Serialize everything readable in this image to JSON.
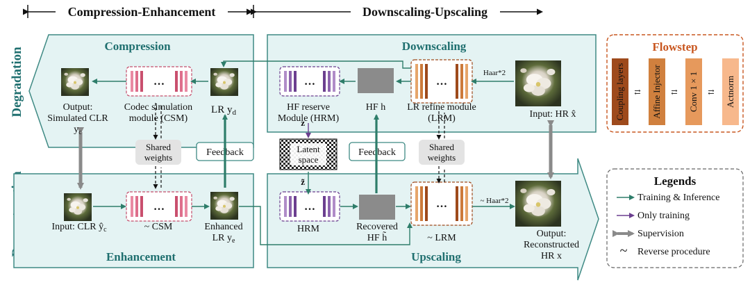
{
  "header": {
    "left": "Compression-Enhancement",
    "right": "Downscaling-Upscaling"
  },
  "side_labels": {
    "degradation": "Degradation",
    "reconstruction": "Reconstruction"
  },
  "regions": {
    "compression": "Compression",
    "downscaling": "Downscaling",
    "enhancement": "Enhancement",
    "upscaling": "Upscaling"
  },
  "nodes": {
    "output_sim_line1": "Output:",
    "output_sim_line2": "Simulated CLR",
    "output_sim_line3": "y",
    "output_sim_sub": "c",
    "csm_line1": "Codec simulation",
    "csm_line2": "module (CSM)",
    "lr_yd": "LR y",
    "lr_yd_sub": "d",
    "hrm_line1": "HF reserve",
    "hrm_line2": "Module (HRM)",
    "hf_h": "HF h",
    "lrm_line1": "LR refine module",
    "lrm_line2": "(LRM)",
    "input_hr": "Input: HR x̂",
    "haar_top": "Haar*2",
    "z": "z",
    "latent_line1": "Latent",
    "latent_line2": "space",
    "z_tilde": "z̃",
    "feedback_left": "Feedback",
    "feedback_right": "Feedback",
    "shared_left_1": "Shared",
    "shared_left_2": "weights",
    "shared_right_1": "Shared",
    "shared_right_2": "weights",
    "input_clr": "Input: CLR ŷ",
    "input_clr_sub": "c",
    "csm_inv": "~ CSM",
    "enh_line1": "Enhanced",
    "enh_line2": "LR y",
    "enh_sub": "e",
    "hrm_bottom": "HRM",
    "rec_hf_line1": "Recovered",
    "rec_hf_line2": "HF h̃",
    "lrm_inv": "~ LRM",
    "haar_bottom": "~ Haar*2",
    "out_rec_line1": "Output:",
    "out_rec_line2": "Reconstructed",
    "out_rec_line3": "HR x",
    "dots": "…"
  },
  "flowstep": {
    "title": "Flowstep",
    "blocks": [
      {
        "label": "Coupling layers",
        "color": "#9e4a1c"
      },
      {
        "label": "Affine Injector",
        "color": "#d0803e"
      },
      {
        "label": "Conv 1 × 1",
        "color": "#e6995c"
      },
      {
        "label": "Actnorm",
        "color": "#f7b88c"
      }
    ],
    "arrow": "⇄"
  },
  "legend": {
    "title": "Legends",
    "items": [
      {
        "label": "Training & Inference",
        "color": "#2e7d6a"
      },
      {
        "label": "Only training",
        "color": "#6b3f8f"
      },
      {
        "label": "Supervision",
        "color": "#8a8a8a"
      },
      {
        "label": "Reverse procedure",
        "color": "#111111"
      }
    ],
    "tilde": "~"
  },
  "colors": {
    "panel_fill": "#e4f3f3",
    "panel_stroke": "#3f8a84",
    "teal_text": "#1f6f6f",
    "orange": "#c8561f",
    "arrow_teal": "#2e7d6a",
    "arrow_purple": "#6b3f8f",
    "supervision": "#8a8a8a"
  }
}
